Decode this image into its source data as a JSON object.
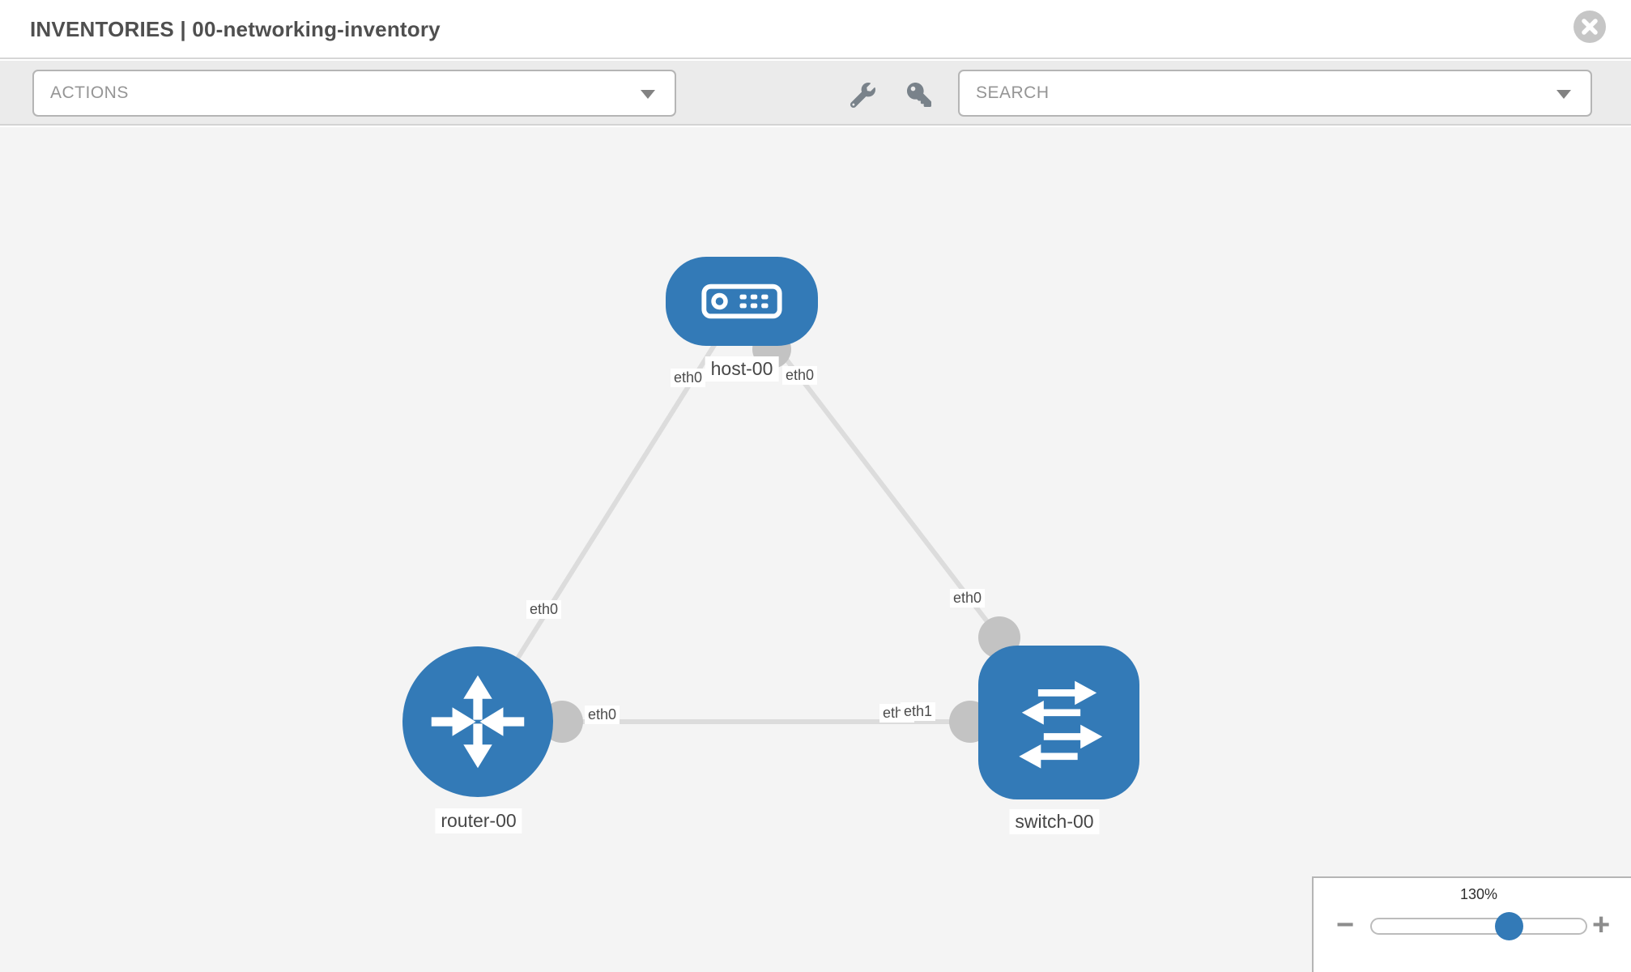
{
  "header": {
    "title": "INVENTORIES | 00-networking-inventory",
    "close_icon": "circle-x"
  },
  "toolbar": {
    "actions_placeholder": "ACTIONS",
    "search_placeholder": "SEARCH",
    "icons": [
      "wrench",
      "key"
    ]
  },
  "diagram": {
    "nodes": [
      {
        "label": "host-00",
        "type": "host",
        "icon": "server-icon"
      },
      {
        "label": "router-00",
        "type": "router",
        "icon": "router-arrows-icon"
      },
      {
        "label": "switch-00",
        "type": "switch",
        "icon": "switch-arrows-icon"
      }
    ],
    "links": [
      {
        "from": "host-00",
        "from_interface": "eth0",
        "to": "router-00",
        "to_interface": "eth0"
      },
      {
        "from": "host-00",
        "from_interface": "eth0",
        "to": "switch-00",
        "to_interface": "eth0"
      },
      {
        "from": "router-00",
        "from_interface": "eth0",
        "to": "switch-00",
        "to_interface": "eth1"
      }
    ],
    "edge_labels": [
      "eth0",
      "eth0",
      "eth0",
      "eth0",
      "eth0",
      "eth0",
      "eth1"
    ]
  },
  "zoom_control": {
    "level": "130%",
    "minus_label": "−",
    "plus_label": "+"
  },
  "colors": {
    "node_fill": "#337ab7",
    "link_stroke": "#dcdcdc",
    "interface_dot": "#c3c3c3",
    "toolbar_bg": "#ebebeb",
    "canvas_bg": "#f4f4f4",
    "slider_thumb": "#337ab7"
  }
}
